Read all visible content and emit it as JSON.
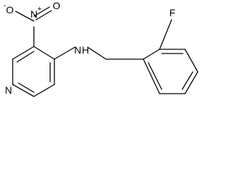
{
  "molecule": {
    "atoms": {
      "ring_nitrogen": "N",
      "amine_nitrogen": "N",
      "amine_hydrogen": "H",
      "nitro_nitrogen": "N",
      "nitro_nitrogen_charge": "+",
      "nitro_oxygen_single": "O",
      "nitro_oxygen_single_charge": "-",
      "nitro_oxygen_double": "O",
      "fluorine": "F"
    }
  }
}
